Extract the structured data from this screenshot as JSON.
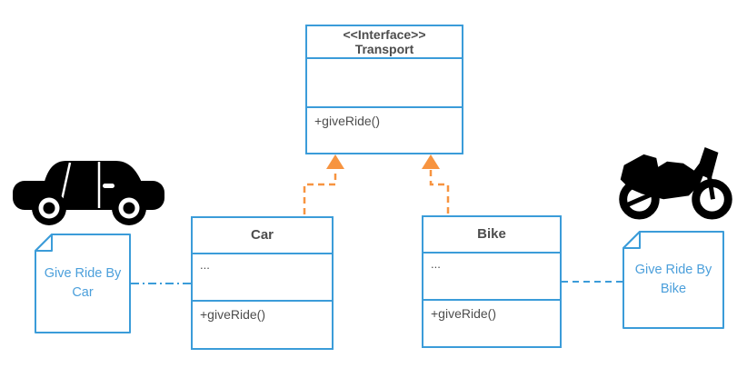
{
  "diagram": {
    "interface": {
      "stereotype": "<<Interface>>",
      "name": "Transport",
      "attributes": "",
      "method": "+giveRide()"
    },
    "classes": [
      {
        "name": "Car",
        "attributes": "...",
        "method": "+giveRide()"
      },
      {
        "name": "Bike",
        "attributes": "...",
        "method": "+giveRide()"
      }
    ],
    "notes": [
      {
        "text": "Give Ride By Car"
      },
      {
        "text": "Give Ride By Bike"
      }
    ],
    "icons": [
      {
        "name": "car-icon"
      },
      {
        "name": "motorcycle-icon"
      }
    ],
    "relationships": [
      {
        "type": "realization",
        "from": "Car",
        "to": "Transport"
      },
      {
        "type": "realization",
        "from": "Bike",
        "to": "Transport"
      },
      {
        "type": "note-link",
        "from": "Give Ride By Car",
        "to": "Car"
      },
      {
        "type": "note-link",
        "from": "Give Ride By Bike",
        "to": "Bike"
      }
    ],
    "colors": {
      "shape_border": "#3B9CD9",
      "connector_orange": "#F79440",
      "text_dark": "#4D4D4D",
      "note_text": "#4B9FDB",
      "icon_black": "#000000",
      "background": "#FFFFFF"
    }
  }
}
